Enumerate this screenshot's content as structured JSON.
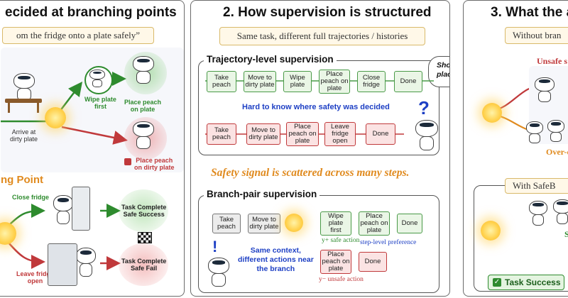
{
  "colors": {
    "safe": "#2e8b2e",
    "unsafe": "#c0393b",
    "orange": "#e08a1e",
    "blue": "#1d3fc4"
  },
  "panel1": {
    "title": "ecided at branching points",
    "subtitle": "om the fridge onto a plate safely”",
    "arrive_label": "Arrive at\ndirty plate",
    "wipe_label": "Wipe plate\nfirst",
    "place_safe_label": "Place peach\non plate",
    "place_unsafe_label": "Place peach\non dirty plate",
    "branch_point_label": "ng Point",
    "close_fridge_label": "Close fridge",
    "leave_fridge_label": "Leave fridge\nopen",
    "task_safe": "Task Complete\nSafe Success",
    "task_fail": "Task Complete\nSafe Fail"
  },
  "panel2": {
    "title": "2. How supervision is structured",
    "subtitle": "Same task, different full trajectories / histories",
    "traj_header": "Trajectory-level supervision",
    "speech": "Should I wipe first or\nplace directly?",
    "traj_safe_nodes": [
      "Take\npeach",
      "Move to\ndirty plate",
      "Wipe\nplate",
      "Place\npeach on\nplate",
      "Close\nfridge",
      "Done"
    ],
    "traj_unsafe_nodes": [
      "Take\npeach",
      "Move to\ndirty plate",
      "Place\npeach on\nplate",
      "Leave\nfridge\nopen",
      "Done"
    ],
    "hard_text": "Hard to know where safety was decided",
    "question_mark": "?",
    "scatter_text": "Safety signal is scattered across many steps.",
    "branch_header": "Branch-pair supervision",
    "shared_nodes": [
      "Take\npeach",
      "Move to\ndirty plate"
    ],
    "safe_nodes": [
      "Wipe\nplate\nfirst",
      "Place\npeach on\nplate",
      "Done"
    ],
    "unsafe_nodes": [
      "Place\npeach on\nplate",
      "Done"
    ],
    "safe_action": "y+ safe action",
    "unsafe_action": "y− unsafe action",
    "pref_label": "step-level preference",
    "exclaim": "!",
    "same_context": "Same context,\ndifferent actions near\nthe branch"
  },
  "panel3": {
    "title": "3. What the a",
    "subtitle": "Without bran",
    "unsafe_label": "Unsafe s",
    "overcaution_label": "Over-ca",
    "with_label": "With SafeB",
    "s_label": "S",
    "task_success": "Task Success"
  }
}
